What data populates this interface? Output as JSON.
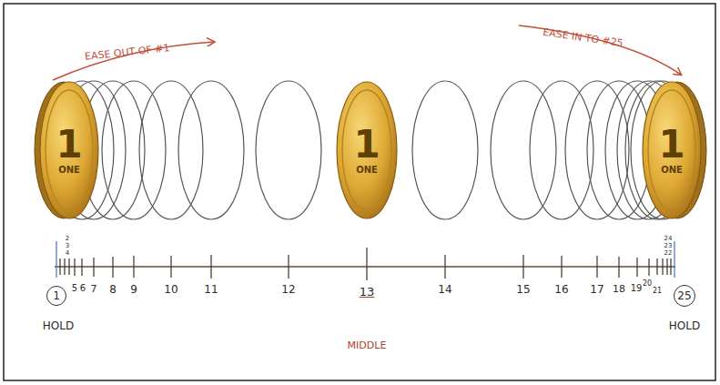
{
  "diagram": {
    "nodes": [
      {
        "text": [
          "1",
          "ONE"
        ]
      },
      {
        "text": [
          "1",
          "ONE"
        ]
      },
      {
        "text": [
          "1",
          "ONE"
        ]
      },
      {
        "text": [
          "1"
        ]
      },
      {
        "text": [
          "25"
        ]
      }
    ],
    "labels": [
      "EASE OUT OF #1",
      "EASE IN TO #25",
      "2",
      "3",
      "4",
      "5",
      "6",
      "7",
      "8",
      "9",
      "10",
      "11",
      "12",
      "13",
      "14",
      "15",
      "16",
      "17",
      "18",
      "19",
      "20",
      "21",
      "22",
      "23",
      "24",
      "HOLD",
      "MIDDLE",
      "HOLD"
    ]
  }
}
